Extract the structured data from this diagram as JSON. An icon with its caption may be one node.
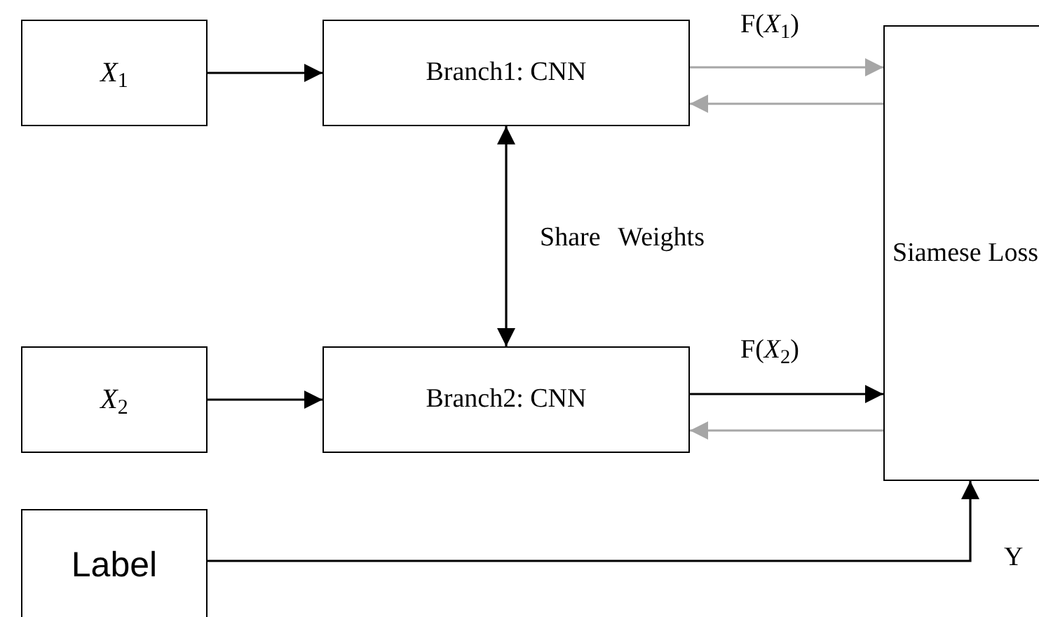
{
  "diagram": {
    "nodes": [
      {
        "text": [
          "*X*$_{1}$"
        ]
      },
      {
        "text": [
          "Branch1: CNN"
        ]
      },
      {
        "text": [
          "Siamese Loss"
        ]
      },
      {
        "text": [
          "*X*$_{2}$"
        ]
      },
      {
        "text": [
          "Branch2: CNN"
        ]
      },
      {
        "text": [
          "Label"
        ]
      }
    ],
    "edges": [
      {
        "from": 0,
        "to": 1,
        "arrow": "to"
      },
      {
        "from": 1,
        "to": 2,
        "arrow": "to",
        "label": "F(*X*$_{1}$)",
        "color": "#a6a6a6"
      },
      {
        "from": 2,
        "to": 1,
        "arrow": "to",
        "color": "#a6a6a6"
      },
      {
        "from": 1,
        "to": 4,
        "arrow": "both",
        "label": "Share Weights"
      },
      {
        "from": 3,
        "to": 4,
        "arrow": "to"
      },
      {
        "from": 4,
        "to": 2,
        "arrow": "to",
        "label": "F(*X*$_{2}$)"
      },
      {
        "from": 2,
        "to": 4,
        "arrow": "to",
        "color": "#a6a6a6"
      },
      {
        "from": 5,
        "to": 2,
        "arrow": "to",
        "label": "Y"
      }
    ]
  }
}
